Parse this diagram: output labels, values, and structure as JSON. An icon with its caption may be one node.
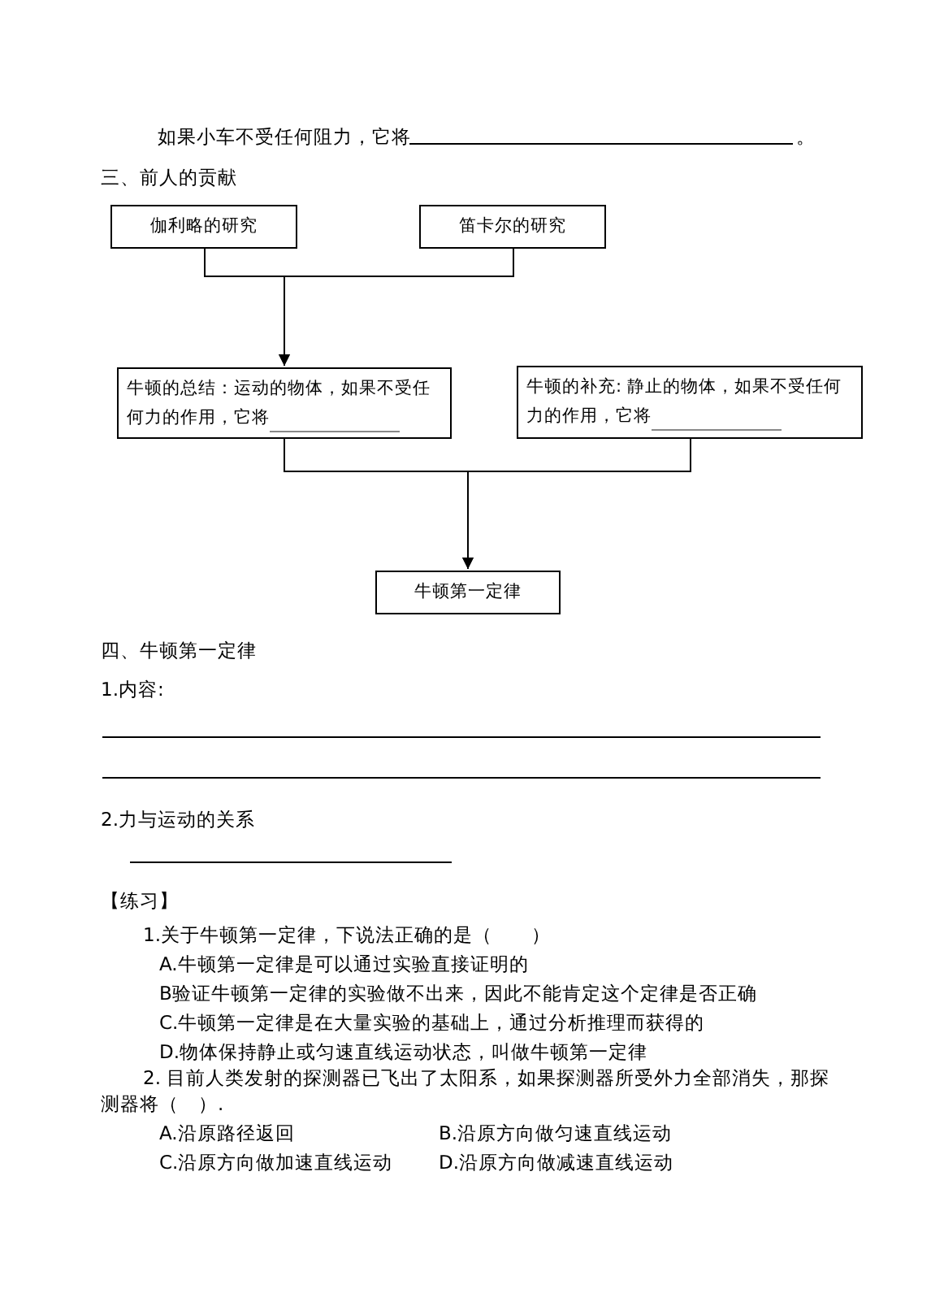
{
  "diagram": {
    "nodes": [
      {
        "text": [
          "伽利略的研究"
        ]
      },
      {
        "text": [
          "笛卡尔的研究"
        ]
      },
      {
        "text": [
          "牛顿的总结：运动的物体，如果不受任何力的作用，它将"
        ]
      },
      {
        "text": [
          "牛顿的补充: 静止的物体，如果不受任何力的作用，它将"
        ]
      },
      {
        "text": [
          "牛顿第一定律"
        ]
      }
    ],
    "edges": [
      {
        "from": 0,
        "to": 2,
        "arrow": "to"
      },
      {
        "from": 1,
        "to": 2,
        "arrow": "to"
      },
      {
        "from": 2,
        "to": 4,
        "arrow": "to"
      },
      {
        "from": 3,
        "to": 4,
        "arrow": "to"
      }
    ],
    "labels": [
      "如果小车不受任何阻力，它将",
      "。",
      "三、前人的贡献",
      "四、牛顿第一定律",
      "1.内容:",
      "2.力与运动的关系",
      "【练习】",
      "1.关于牛顿第一定律，下说法正确的是（　　）",
      "A.牛顿第一定律是可以通过实验直接证明的",
      "B验证牛顿第一定律的实验做不出来，因此不能肯定这个定律是否正确",
      "C.牛顿第一定律是在大量实验的基础上，通过分析推理而获得的",
      "D.物体保持静止或匀速直线运动状态，叫做牛顿第一定律",
      "2. 目前人类发射的探测器已飞出了太阳系，如果探测器所受外力全部消失，那探测器将（　）.",
      "A.沿原路径返回",
      "B.沿原方向做匀速直线运动",
      "C.沿原方向做加速直线运动",
      "D.沿原方向做减速直线运动"
    ]
  }
}
